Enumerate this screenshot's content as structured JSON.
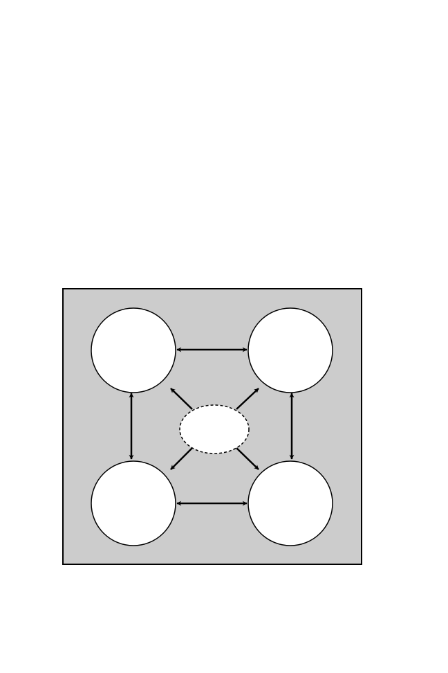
{
  "diagram": {
    "nodes": [
      {
        "id": "top-left",
        "label": ""
      },
      {
        "id": "top-right",
        "label": ""
      },
      {
        "id": "bottom-left",
        "label": ""
      },
      {
        "id": "bottom-right",
        "label": ""
      },
      {
        "id": "center",
        "label": "",
        "style": "dashed"
      }
    ],
    "edges": [
      {
        "from": "top-left",
        "to": "top-right",
        "bidirectional": true
      },
      {
        "from": "bottom-left",
        "to": "bottom-right",
        "bidirectional": true
      },
      {
        "from": "top-left",
        "to": "bottom-left",
        "bidirectional": true
      },
      {
        "from": "top-right",
        "to": "bottom-right",
        "bidirectional": true
      },
      {
        "from": "center",
        "to": "top-left",
        "bidirectional": false
      },
      {
        "from": "center",
        "to": "top-right",
        "bidirectional": false
      },
      {
        "from": "center",
        "to": "bottom-left",
        "bidirectional": false
      },
      {
        "from": "center",
        "to": "bottom-right",
        "bidirectional": false
      }
    ],
    "colors": {
      "panel_fill": "#cccccc",
      "node_fill": "#ffffff",
      "stroke": "#000000"
    }
  }
}
